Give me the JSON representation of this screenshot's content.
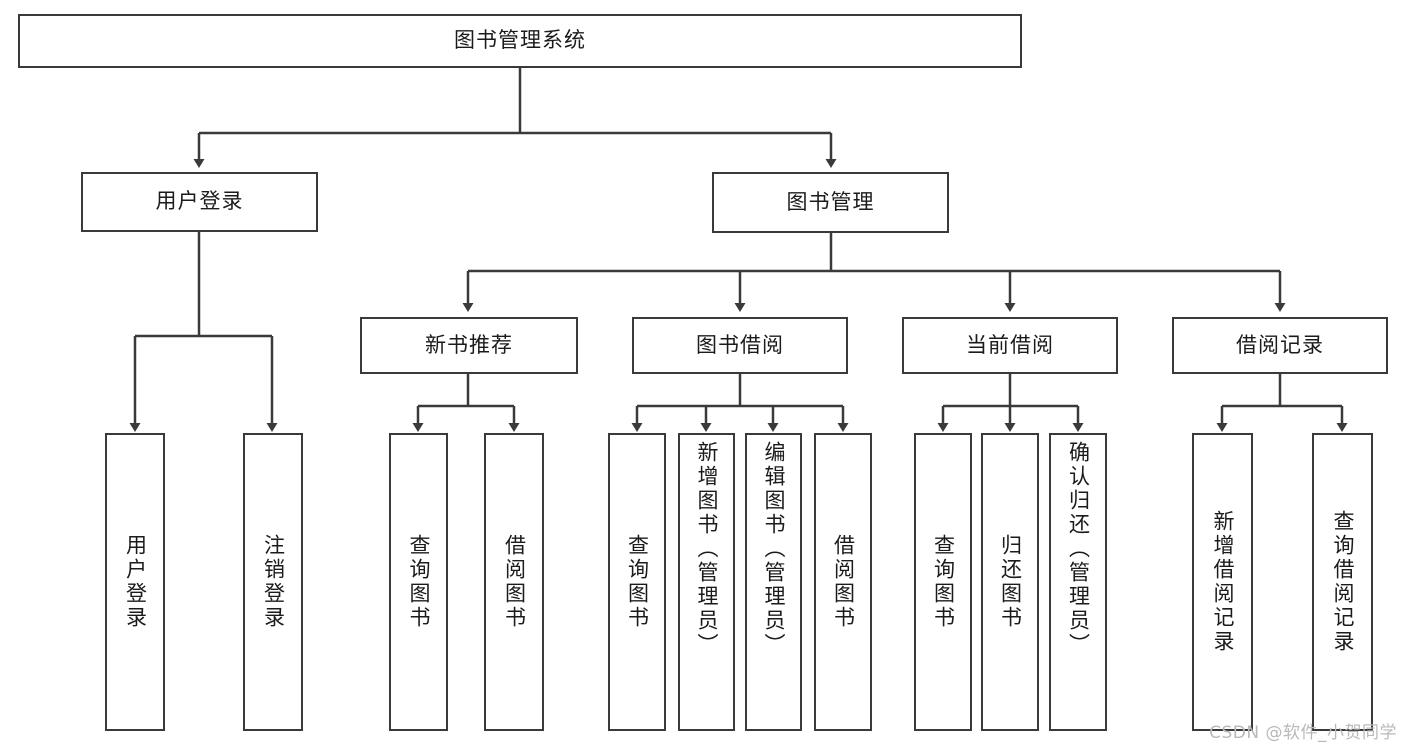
{
  "diagram": {
    "type": "tree-hierarchy",
    "title": "图书管理系统",
    "watermark": "CSDN @软件_小贺同学",
    "colors": {
      "stroke": "#3a3a3a",
      "fill": "#ffffff",
      "text": "#1b1b1b",
      "watermark": "#b9b9b9"
    },
    "nodes": {
      "root": {
        "label": "图书管理系统",
        "level": 0
      },
      "l1": [
        {
          "id": "user-login",
          "label": "用户登录"
        },
        {
          "id": "book-manage",
          "label": "图书管理"
        }
      ],
      "l2": [
        {
          "id": "new-book-recommend",
          "label": "新书推荐"
        },
        {
          "id": "book-borrow",
          "label": "图书借阅"
        },
        {
          "id": "current-borrow",
          "label": "当前借阅"
        },
        {
          "id": "borrow-record",
          "label": "借阅记录"
        }
      ],
      "leaves": {
        "user-login": [
          {
            "id": "leaf-user-login",
            "label": "用户登录"
          },
          {
            "id": "leaf-logout-login",
            "label": "注销登录"
          }
        ],
        "new-book-recommend": [
          {
            "id": "leaf-query-book-1",
            "label": "查询图书"
          },
          {
            "id": "leaf-borrow-book-1",
            "label": "借阅图书"
          }
        ],
        "book-borrow": [
          {
            "id": "leaf-query-book-2",
            "label": "查询图书"
          },
          {
            "id": "leaf-add-book-admin",
            "label": "新增图书（管理员）"
          },
          {
            "id": "leaf-edit-book-admin",
            "label": "编辑图书（管理员）"
          },
          {
            "id": "leaf-borrow-book-2",
            "label": "借阅图书"
          }
        ],
        "current-borrow": [
          {
            "id": "leaf-query-book-3",
            "label": "查询图书"
          },
          {
            "id": "leaf-return-book",
            "label": "归还图书"
          },
          {
            "id": "leaf-confirm-return-admin",
            "label": "确认归还（管理员）"
          }
        ],
        "borrow-record": [
          {
            "id": "leaf-add-borrow-record",
            "label": "新增借阅记录"
          },
          {
            "id": "leaf-query-borrow-record",
            "label": "查询借阅记录"
          }
        ]
      }
    }
  }
}
